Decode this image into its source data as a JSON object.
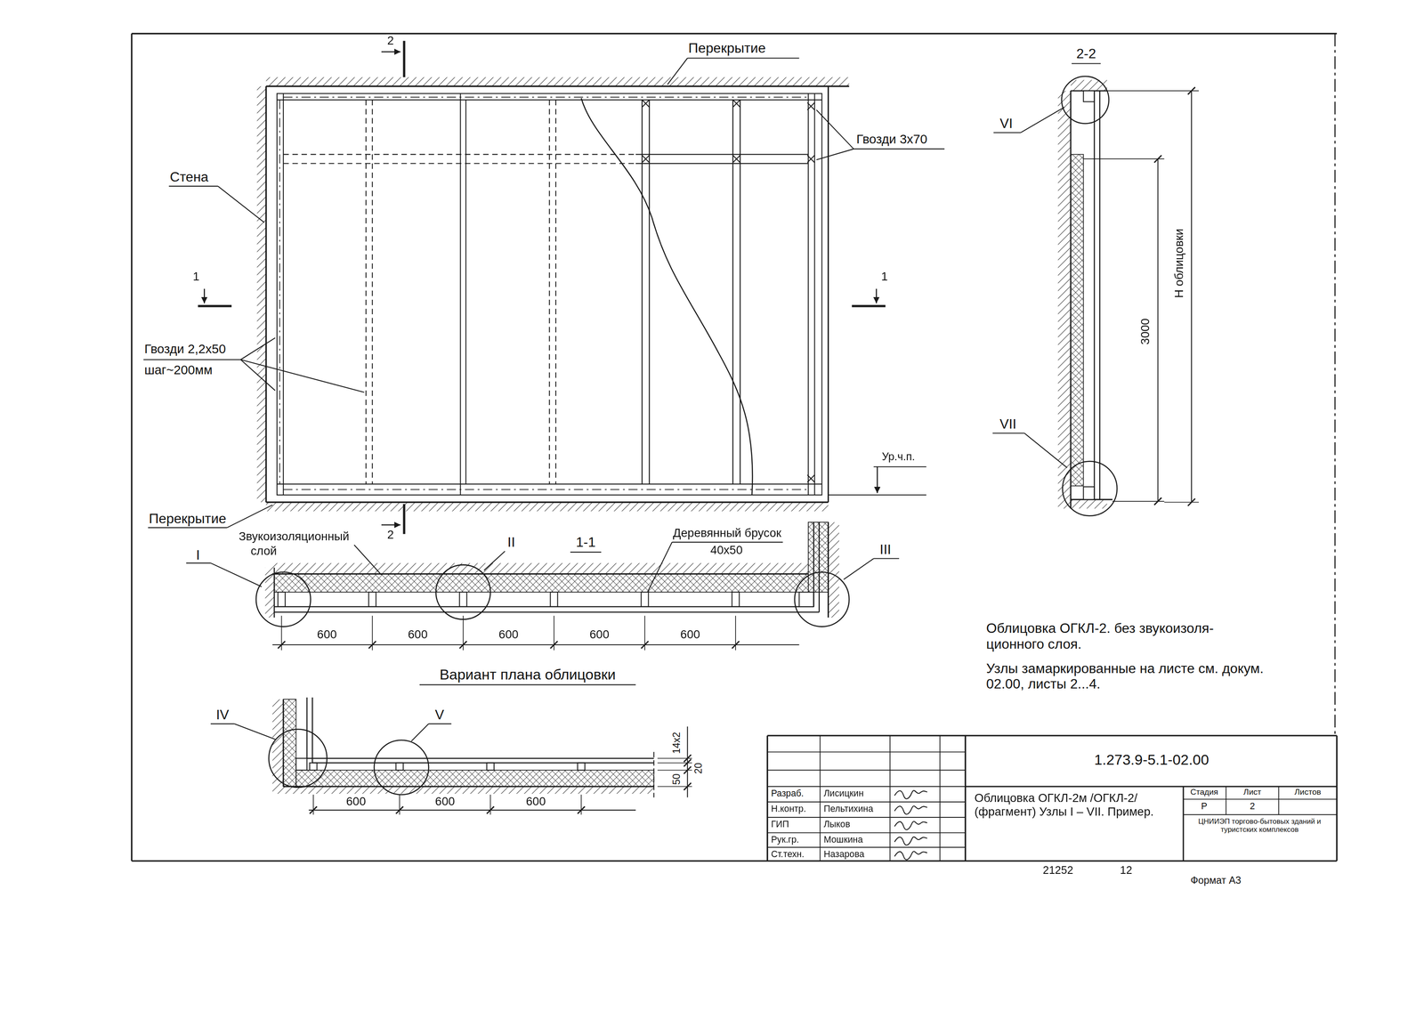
{
  "diagram": {
    "labels": [
      "2",
      "Перекрытие",
      "Гвозди 3х70",
      "Стена",
      "1",
      "1",
      "Гвозди 2,2х50",
      "шаг~200мм",
      "Ур.ч.п.",
      "Перекрытие",
      "2",
      "Звукоизоляционный",
      "слой",
      "I",
      "II",
      "1-1",
      "Деревянный брусок",
      "40х50",
      "III",
      "600",
      "600",
      "600",
      "600",
      "600",
      "Вариант плана облицовки",
      "IV",
      "V",
      "14х2",
      "20",
      "50",
      "600",
      "600",
      "600",
      "2-2",
      "VI",
      "VII",
      "3000",
      "Н облицовки",
      "Облицовка ОГКЛ-2. без звукоизоля- ционного слоя.",
      "Узлы замаркированные на листе см. докум. 02.00, листы 2...4.",
      "1.273.9-5.1-02.00",
      "Разраб.",
      "Лисицкин",
      "Н.контр.",
      "Пельтихина",
      "ГИП",
      "Лыков",
      "Рук.гр.",
      "Мошкина",
      "Ст.техн.",
      "Назарова",
      "Облицовка ОГКЛ-2м /ОГКЛ-2/ (фрагмент) Узлы I – VII. Пример.",
      "Стадия",
      "Лист",
      "Листов",
      "Р",
      "2",
      "ЦНИИЭП торгово-бытовых зданий и туристских комплексов",
      "21252",
      "12",
      "Формат А3"
    ]
  }
}
